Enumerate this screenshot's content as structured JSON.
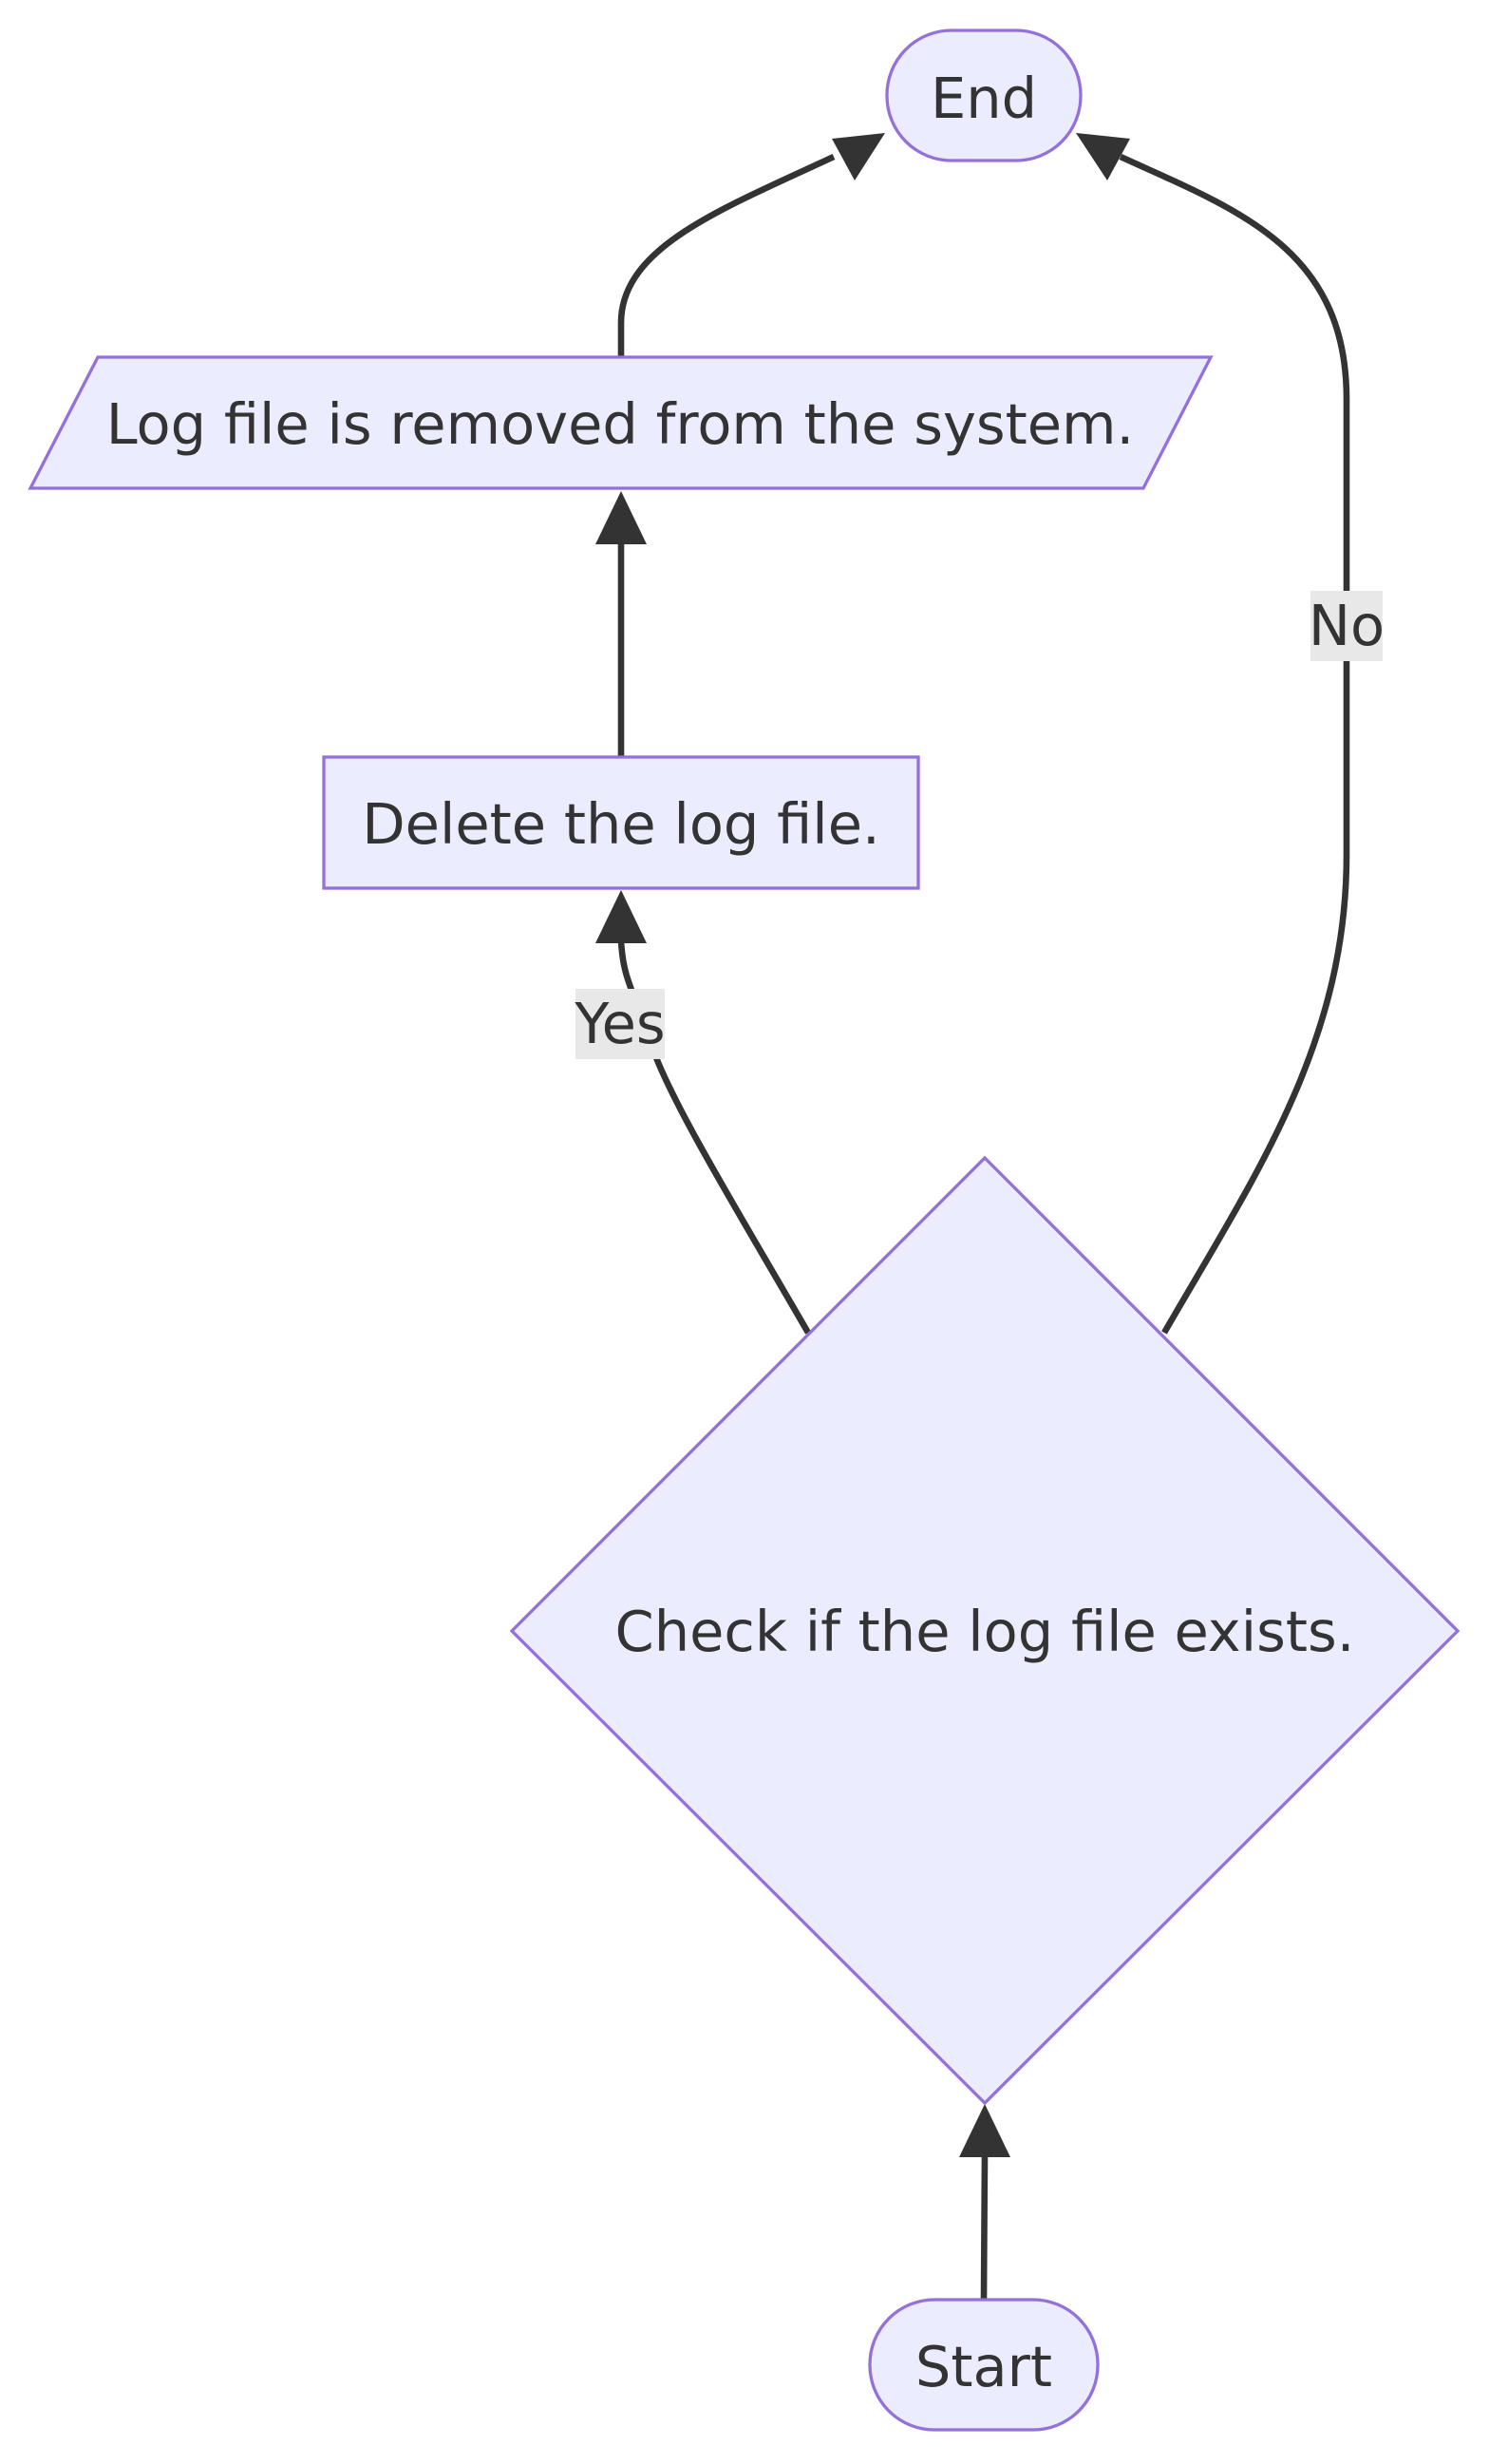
{
  "nodes": {
    "end": {
      "label": "End",
      "shape": "stadium"
    },
    "removed": {
      "label": "Log file is removed from the system.",
      "shape": "parallelogram"
    },
    "delete": {
      "label": "Delete the log file.",
      "shape": "rectangle"
    },
    "check": {
      "label": "Check if the log file exists.",
      "shape": "diamond"
    },
    "start": {
      "label": "Start",
      "shape": "stadium"
    }
  },
  "edges": {
    "yes": {
      "label": "Yes",
      "from": "check",
      "to": "delete"
    },
    "no": {
      "label": "No",
      "from": "check",
      "to": "end"
    },
    "delete_to_removed": {
      "label": "",
      "from": "delete",
      "to": "removed"
    },
    "removed_to_end": {
      "label": "",
      "from": "removed",
      "to": "end"
    },
    "start_to_check": {
      "label": "",
      "from": "start",
      "to": "check"
    }
  },
  "colors": {
    "node_fill": "#ECECFF",
    "node_stroke": "#9370DB",
    "edge": "#333333",
    "label_bg": "#e8e8e8",
    "text": "#333333"
  }
}
